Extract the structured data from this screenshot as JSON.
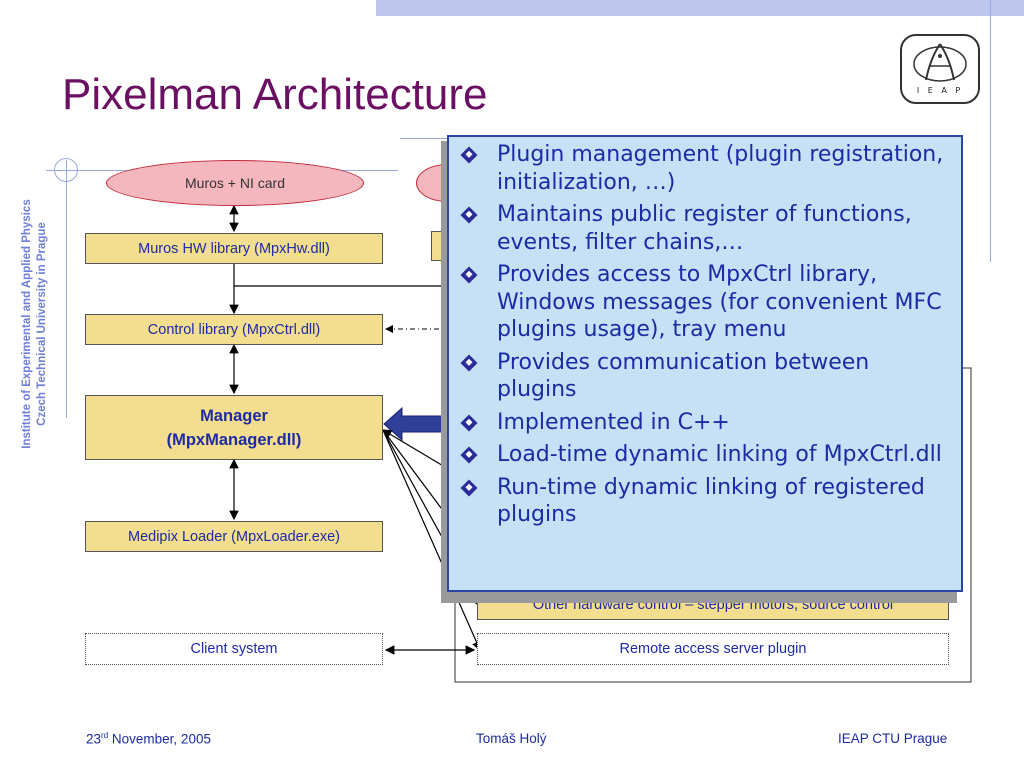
{
  "title": "Pixelman Architecture",
  "sidebar": {
    "line1": "Institute of Experimental and Applied Physics",
    "line2": "Czech Technical University in Prague"
  },
  "logo": {
    "text": "I E A P"
  },
  "diagram": {
    "ellipse_left": "Muros + NI card",
    "box_hw": "Muros HW library (MpxHw.dll)",
    "box_ctrl": "Control library (MpxCtrl.dll)",
    "manager_line1": "Manager",
    "manager_line2": "(MpxManager.dll)",
    "box_loader": "Medipix Loader (MpxLoader.exe)",
    "box_client": "Client system",
    "box_other_hw": "Other hardware control – stepper motors, source control",
    "box_remote": "Remote access server plugin"
  },
  "callout": {
    "items": [
      "Plugin management (plugin registration, initialization, …)",
      "Maintains public register of functions, events, filter chains,…",
      "Provides access to MpxCtrl library, Windows messages (for convenient MFC plugins usage), tray menu",
      "Provides communication between plugins",
      "Implemented in C++",
      "Load-time dynamic linking of MpxCtrl.dll",
      "Run-time dynamic linking of registered plugins"
    ]
  },
  "footer": {
    "date_day": "23",
    "date_sup": "rd",
    "date_rest": " November, 2005",
    "author": "Tomáš Holý",
    "org": "IEAP  CTU Prague"
  }
}
